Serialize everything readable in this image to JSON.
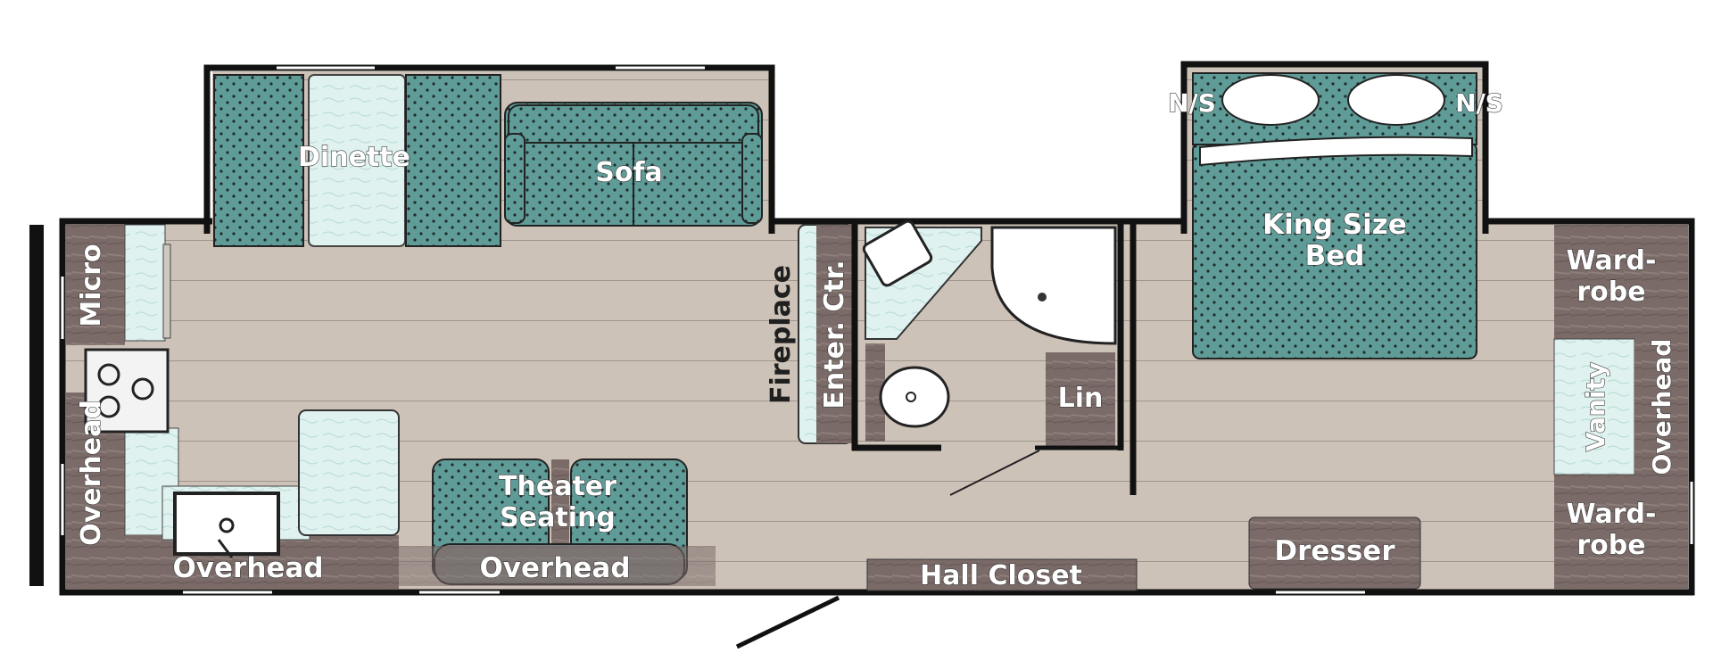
{
  "labels": {
    "micro": "Micro",
    "overhead_left": "Overhead",
    "overhead_kitchen": "Overhead",
    "overhead_theater": "Overhead",
    "dinette": "Dinette",
    "sofa": "Sofa",
    "theater_line1": "Theater",
    "theater_line2": "Seating",
    "fireplace": "Fireplace",
    "enter_ctr": "Enter. Ctr.",
    "lin": "Lin",
    "hall_closet": "Hall Closet",
    "dresser": "Dresser",
    "ns_left": "N/S",
    "ns_right": "N/S",
    "bed_line1": "King Size",
    "bed_line2": "Bed",
    "wardrobe_top_line1": "Ward-",
    "wardrobe_top_line2": "robe",
    "wardrobe_bottom_line1": "Ward-",
    "wardrobe_bottom_line2": "robe",
    "vanity": "Vanity",
    "overhead_right": "Overhead"
  },
  "colors": {
    "floor": "#cdc2b8",
    "upholstery": "#5f9c98",
    "counter": "#dff2ef",
    "cabinet": "#7b6b68",
    "wall": "#111111"
  }
}
